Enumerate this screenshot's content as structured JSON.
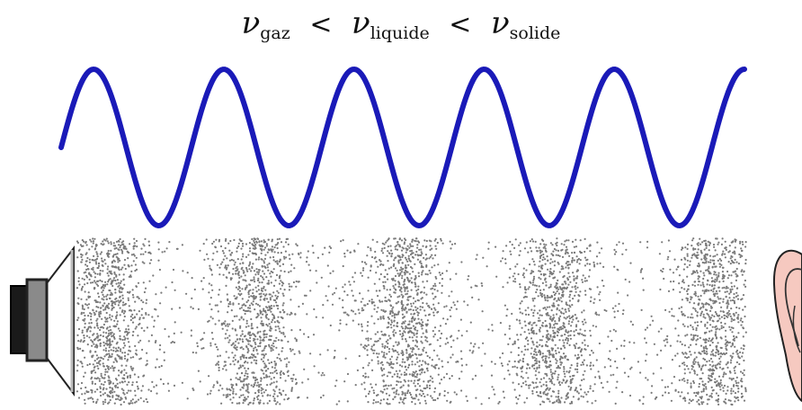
{
  "formula": {
    "symbol": "ν",
    "sub_gas": "gaz",
    "sub_liquid": "liquide",
    "sub_solid": "solide",
    "operator": "<"
  },
  "wave": {
    "color": "#1a1ab8",
    "cycles": 5
  },
  "particles": {
    "color": "#7a7a7a",
    "dense_bands": 5
  },
  "speaker": {
    "icon": "speaker-icon",
    "body_color": "#1a1a1a",
    "magnet_color": "#8a8a8a"
  },
  "ear": {
    "icon": "ear-icon",
    "color": "#f6c9c0"
  }
}
